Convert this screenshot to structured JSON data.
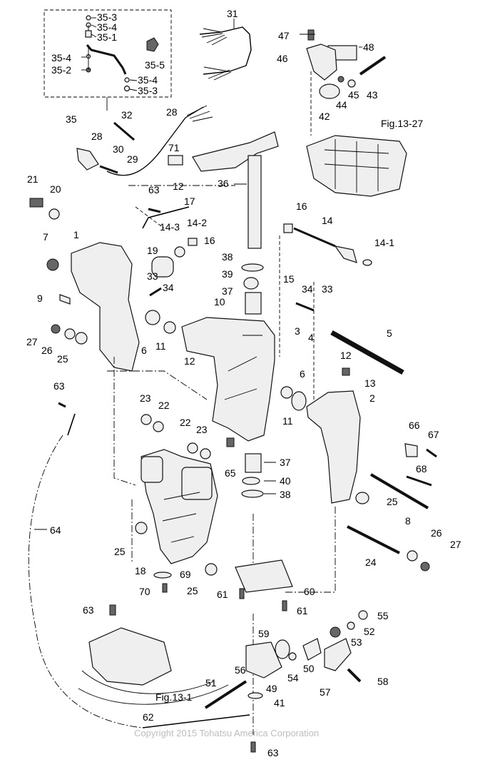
{
  "callouts": {
    "c35_3a": "35-3",
    "c35_4a": "35-4",
    "c35_1": "35-1",
    "c35_4b": "35-4",
    "c35_2": "35-2",
    "c35_5": "35-5",
    "c35_4c": "35-4",
    "c35_3b": "35-3",
    "c35": "35",
    "c31": "31",
    "c47": "47",
    "c48": "48",
    "c46": "46",
    "c43": "43",
    "c45": "45",
    "c44": "44",
    "c42": "42",
    "fig13_27": "Fig.13-27",
    "c32": "32",
    "c28a": "28",
    "c28b": "28",
    "c30": "30",
    "c29": "29",
    "c71": "71",
    "c36": "36",
    "c21": "21",
    "c20": "20",
    "c63a": "63",
    "c12a": "12",
    "c17": "17",
    "c14_3": "14-3",
    "c14_2": "14-2",
    "c16a": "16",
    "c16b": "16",
    "c14": "14",
    "c14_1": "14-1",
    "c7": "7",
    "c1": "1",
    "c19": "19",
    "c38a": "38",
    "c39": "39",
    "c15": "15",
    "c34a": "34",
    "c33a": "33",
    "c33b": "33",
    "c34b": "34",
    "c37a": "37",
    "c9": "9",
    "c10": "10",
    "c3": "3",
    "c4": "4",
    "c5": "5",
    "c27a": "27",
    "c26a": "26",
    "c25a": "25",
    "c6a": "6",
    "c11a": "11",
    "c12b": "12",
    "c12c": "12",
    "c13": "13",
    "c6b": "6",
    "c11b": "11",
    "c2": "2",
    "c63b": "63",
    "c23a": "23",
    "c22a": "22",
    "c22b": "22",
    "c23b": "23",
    "c65": "65",
    "c66": "66",
    "c67": "67",
    "c68": "68",
    "c37b": "37",
    "c40": "40",
    "c38b": "38",
    "c25b": "25",
    "c8": "8",
    "c64": "64",
    "c25c": "25",
    "c24": "24",
    "c26b": "26",
    "c27b": "27",
    "c18": "18",
    "c69": "69",
    "c25d": "25",
    "c70": "70",
    "c61a": "61",
    "c60": "60",
    "c61b": "61",
    "c63c": "63",
    "c55": "55",
    "c52": "52",
    "c59": "59",
    "c53": "53",
    "c56": "56",
    "c54": "54",
    "c50": "50",
    "c58": "58",
    "c51": "51",
    "c49": "49",
    "c57": "57",
    "fig13_1": "Fig.13-1",
    "c41": "41",
    "c62": "62",
    "c63d": "63"
  },
  "copyright": "Copyright 2015 Tohatsu America Corporation"
}
